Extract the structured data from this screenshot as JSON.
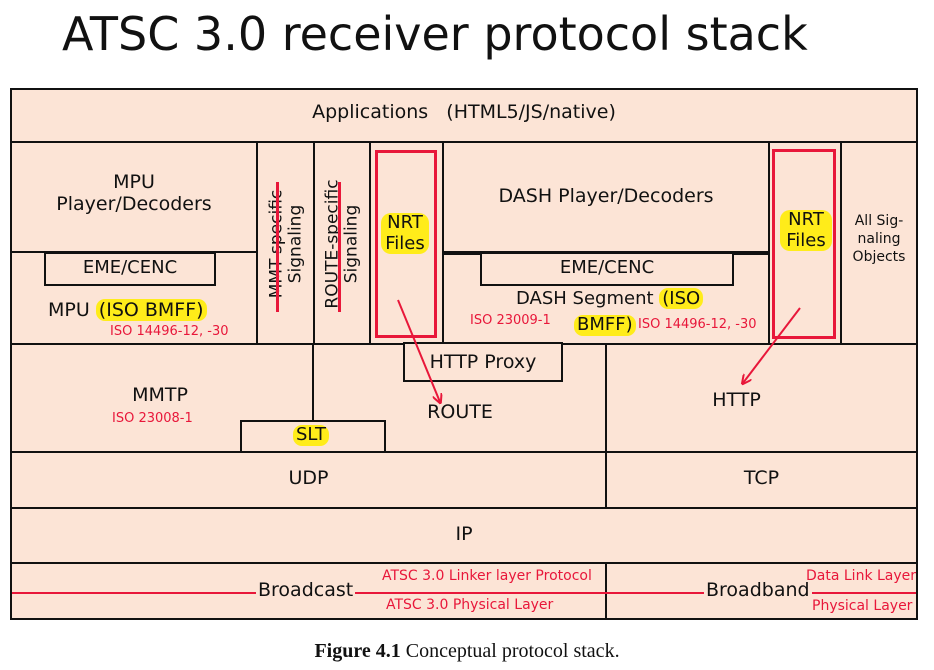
{
  "title": "ATSC 3.0 receiver protocol stack",
  "colors": {
    "fill": "#fce4d6",
    "border": "#111111",
    "accent": "#e8173a",
    "highlight": "#ffec1a"
  },
  "layers": {
    "applications": "Applications   (HTML5/JS/native)",
    "mpu_player": "MPU\nPlayer/Decoders",
    "eme_cenc_left": "EME/CENC",
    "mpu_prefix": "MPU ",
    "mpu_iso": "(ISO BMFF)",
    "mpu_ref": "ISO 14496-12, -30",
    "mmt_signaling": "MMT-specific\nSignaling",
    "route_signaling": "ROUTE-specific\nSignaling",
    "nrt_files_left": "NRT\nFiles",
    "dash_player": "DASH Player/Decoders",
    "eme_cenc_right": "EME/CENC",
    "dash_segment_prefix": "DASH Segment ",
    "dash_iso": "(ISO",
    "dash_bmff": "BMFF)",
    "dash_ref_left": "ISO 23009-1",
    "dash_ref_right": "ISO 14496-12, -30",
    "nrt_files_right": "NRT\nFiles",
    "all_signaling": "All Sig-\nnaling\nObjects",
    "http_proxy": "HTTP Proxy",
    "mmtp": "MMTP",
    "mmtp_ref": "ISO 23008-1",
    "route": "ROUTE",
    "slt": "SLT",
    "http": "HTTP",
    "udp": "UDP",
    "tcp": "TCP",
    "ip": "IP",
    "broadcast": "Broadcast",
    "broadband": "Broadband",
    "atsc_link": "ATSC 3.0 Linker layer Protocol",
    "atsc_phys": "ATSC 3.0 Physical Layer",
    "data_link": "Data Link Layer",
    "physical": "Physical Layer"
  },
  "caption": {
    "label": "Figure 4.1",
    "text": " Conceptual protocol stack."
  }
}
